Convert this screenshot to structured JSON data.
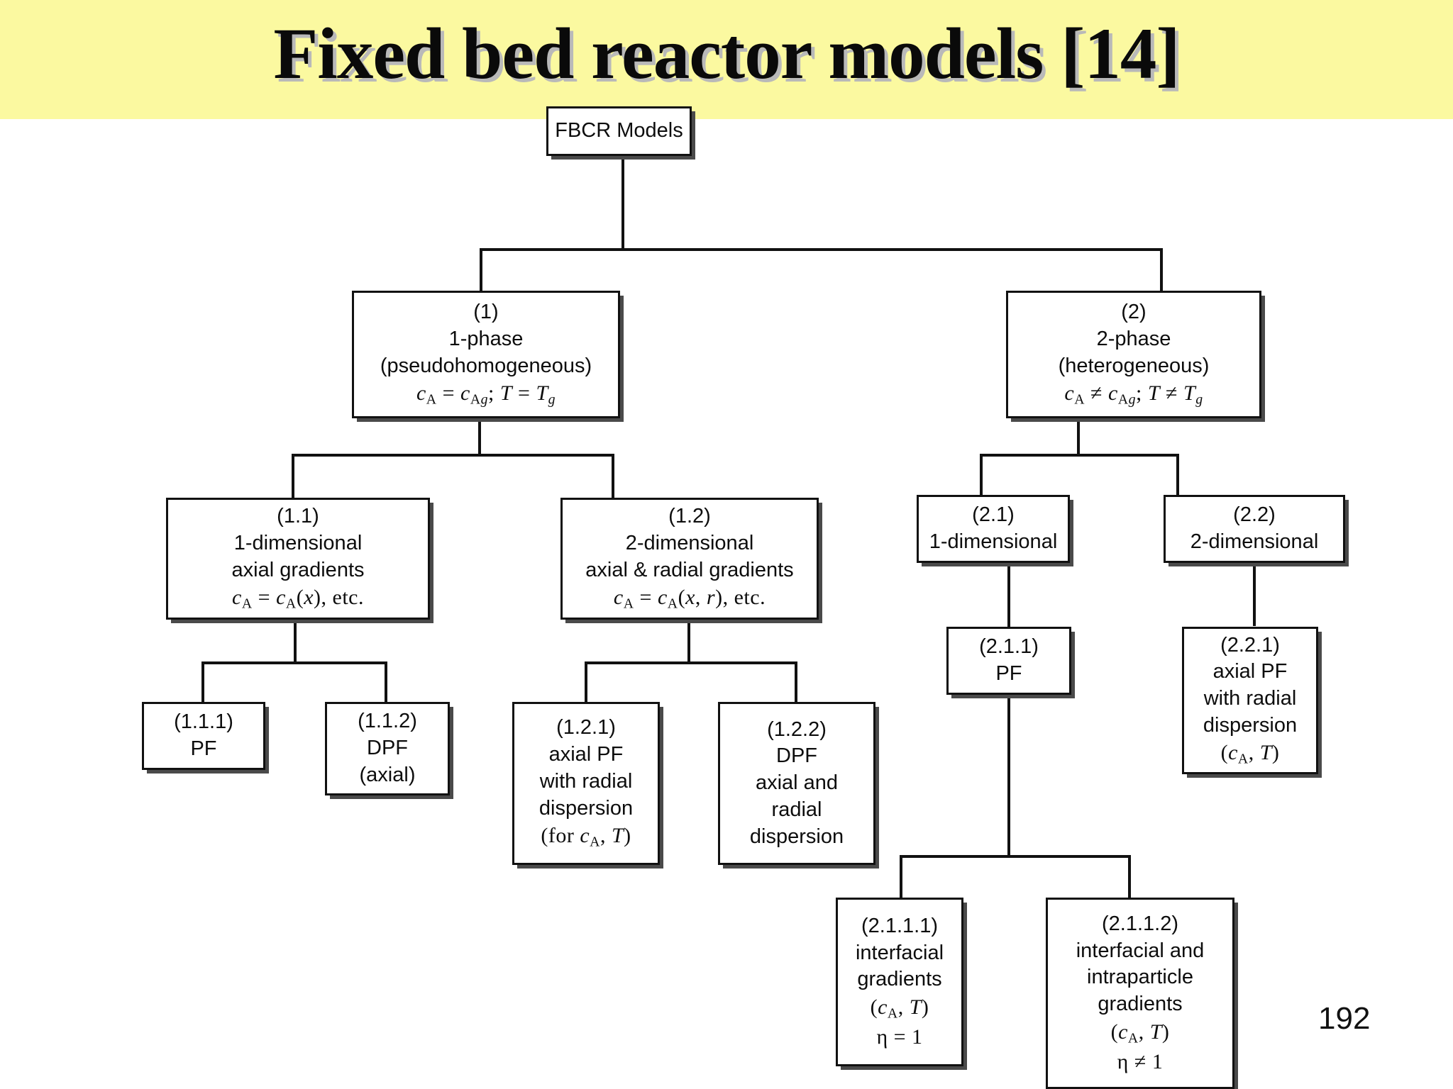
{
  "slide": {
    "title": "Fixed bed reactor models [14]",
    "page_number": "192",
    "banner_color": "#fbf9a0",
    "line_color": "#111111",
    "box_fill": "#ffffff"
  },
  "chart_data": {
    "type": "diagram",
    "title": "FBCR Models classification tree",
    "nodes": [
      {
        "id": "root",
        "lines": [
          "FBCR Models"
        ]
      },
      {
        "id": "n1",
        "lines": [
          "(1)",
          "1-phase",
          "(pseudohomogeneous)",
          "cA = cAg; T = Tg"
        ]
      },
      {
        "id": "n2",
        "lines": [
          "(2)",
          "2-phase",
          "(heterogeneous)",
          "cA ≠ cAg; T ≠ Tg"
        ]
      },
      {
        "id": "n11",
        "lines": [
          "(1.1)",
          "1-dimensional",
          "axial gradients",
          "cA = cA(x), etc."
        ]
      },
      {
        "id": "n12",
        "lines": [
          "(1.2)",
          "2-dimensional",
          "axial & radial gradients",
          "cA = cA(x, r), etc."
        ]
      },
      {
        "id": "n21",
        "lines": [
          "(2.1)",
          "1-dimensional"
        ]
      },
      {
        "id": "n22",
        "lines": [
          "(2.2)",
          "2-dimensional"
        ]
      },
      {
        "id": "n111",
        "lines": [
          "(1.1.1)",
          "PF"
        ]
      },
      {
        "id": "n112",
        "lines": [
          "(1.1.2)",
          "DPF",
          "(axial)"
        ]
      },
      {
        "id": "n121",
        "lines": [
          "(1.2.1)",
          "axial PF",
          "with radial",
          "dispersion",
          "(for cA, T)"
        ]
      },
      {
        "id": "n122",
        "lines": [
          "(1.2.2)",
          "DPF",
          "axial and",
          "radial",
          "dispersion"
        ]
      },
      {
        "id": "n211",
        "lines": [
          "(2.1.1)",
          "PF"
        ]
      },
      {
        "id": "n221",
        "lines": [
          "(2.2.1)",
          "axial PF",
          "with radial",
          "dispersion",
          "(cA, T)"
        ]
      },
      {
        "id": "n2111",
        "lines": [
          "(2.1.1.1)",
          "interfacial",
          "gradients",
          "(cA, T)",
          "η = 1"
        ]
      },
      {
        "id": "n2112",
        "lines": [
          "(2.1.1.2)",
          "interfacial and",
          "intraparticle",
          "gradients",
          "(cA, T)",
          "η ≠ 1"
        ]
      }
    ],
    "edges": [
      [
        "root",
        "n1"
      ],
      [
        "root",
        "n2"
      ],
      [
        "n1",
        "n11"
      ],
      [
        "n1",
        "n12"
      ],
      [
        "n2",
        "n21"
      ],
      [
        "n2",
        "n22"
      ],
      [
        "n11",
        "n111"
      ],
      [
        "n11",
        "n112"
      ],
      [
        "n12",
        "n121"
      ],
      [
        "n12",
        "n122"
      ],
      [
        "n21",
        "n211"
      ],
      [
        "n22",
        "n221"
      ],
      [
        "n211",
        "n2111"
      ],
      [
        "n211",
        "n2112"
      ]
    ]
  },
  "nodes": {
    "root": {
      "l0": "FBCR Models"
    },
    "n1": {
      "l0": "(1)",
      "l1": "1-phase",
      "l2": "(pseudohomogeneous)"
    },
    "n2": {
      "l0": "(2)",
      "l1": "2-phase",
      "l2": "(heterogeneous)"
    },
    "n11": {
      "l0": "(1.1)",
      "l1": "1-dimensional",
      "l2": "axial gradients"
    },
    "n12": {
      "l0": "(1.2)",
      "l1": "2-dimensional",
      "l2": "axial & radial gradients"
    },
    "n21": {
      "l0": "(2.1)",
      "l1": "1-dimensional"
    },
    "n22": {
      "l0": "(2.2)",
      "l1": "2-dimensional"
    },
    "n111": {
      "l0": "(1.1.1)",
      "l1": "PF"
    },
    "n112": {
      "l0": "(1.1.2)",
      "l1": "DPF",
      "l2": "(axial)"
    },
    "n121": {
      "l0": "(1.2.1)",
      "l1": "axial PF",
      "l2": "with radial",
      "l3": "dispersion"
    },
    "n122": {
      "l0": "(1.2.2)",
      "l1": "DPF",
      "l2": "axial and",
      "l3": "radial",
      "l4": "dispersion"
    },
    "n211": {
      "l0": "(2.1.1)",
      "l1": "PF"
    },
    "n221": {
      "l0": "(2.2.1)",
      "l1": "axial PF",
      "l2": "with radial",
      "l3": "dispersion"
    },
    "n2111": {
      "l0": "(2.1.1.1)",
      "l1": "interfacial",
      "l2": "gradients"
    },
    "n2112": {
      "l0": "(2.1.1.2)",
      "l1": "interfacial and",
      "l2": "intraparticle",
      "l3": "gradients"
    }
  }
}
